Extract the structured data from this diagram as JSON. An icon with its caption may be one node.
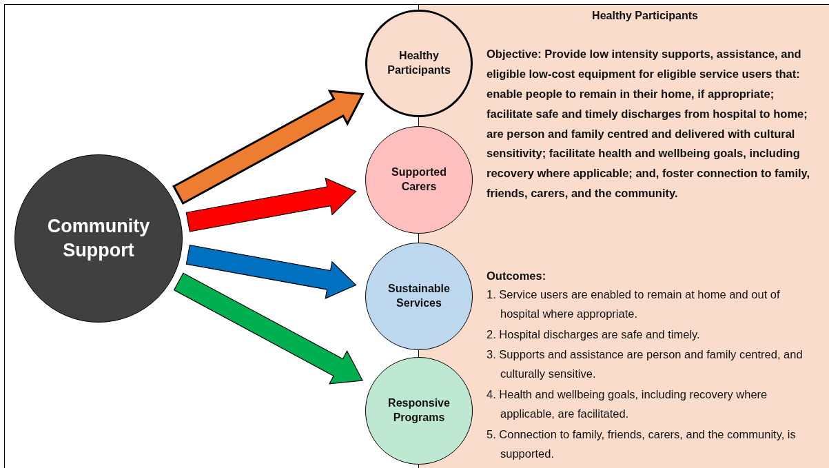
{
  "diagram": {
    "nodes": [
      {
        "text": [
          "Community Support"
        ]
      },
      {
        "text": [
          "Healthy Participants"
        ]
      },
      {
        "text": [
          "Supported Carers"
        ]
      },
      {
        "text": [
          "Sustainable Services"
        ]
      },
      {
        "text": [
          "Responsive Programs"
        ]
      },
      {
        "text": [
          "Healthy Participants",
          "Objective: Provide low intensity supports, assistance, and eligible low-cost equipment for eligible service users that: enable people to remain in their home, if appropriate; facilitate safe and timely discharges from hospital to home; are person and family centred and delivered with cultural sensitivity; facilitate health and wellbeing goals, including recovery where applicable; and, foster connection to family, friends, carers, and the community.",
          "Outcomes:",
          "1. Service users are enabled to remain at home and out of hospital where appropriate.",
          "2. Hospital discharges are safe and timely.",
          "3. Supports and assistance are person and family centred, and culturally sensitive.",
          "4. Health and wellbeing goals, including recovery where applicable, are facilitated.",
          "5. Connection to family, friends, carers, and the community, is supported."
        ]
      }
    ],
    "edges": [
      {
        "from": 0,
        "to": 1,
        "arrow": "to",
        "color": "#ed7d31",
        "style": "thick"
      },
      {
        "from": 0,
        "to": 2,
        "arrow": "to",
        "color": "#ff0000"
      },
      {
        "from": 0,
        "to": 3,
        "arrow": "to",
        "color": "#0070c0"
      },
      {
        "from": 0,
        "to": 4,
        "arrow": "to",
        "color": "#00b050"
      }
    ]
  }
}
